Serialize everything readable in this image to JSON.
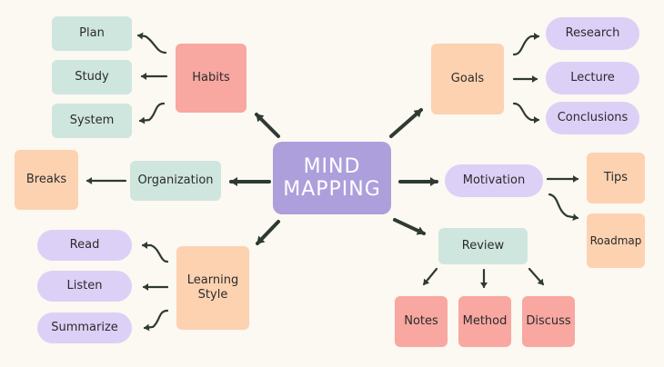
{
  "colors": {
    "background": "#fcf8f2",
    "center": "#ad9fdb",
    "habits": "#f8a7a1",
    "goals": "#fdd2b1",
    "mint": "#cfe6de",
    "peach": "#fdd2b1",
    "lavender": "#ddd0f7",
    "red": "#f8a7a1",
    "arrow": "#2e3a32"
  },
  "center": {
    "label": "MIND\nMAPPING"
  },
  "habits": {
    "label": "Habits",
    "children": [
      "Plan",
      "Study",
      "System"
    ]
  },
  "goals": {
    "label": "Goals",
    "children": [
      "Research",
      "Lecture",
      "Conclusions"
    ]
  },
  "organization": {
    "label": "Organization",
    "child": "Breaks"
  },
  "motivation": {
    "label": "Motivation",
    "children": [
      "Tips",
      "Roadmap"
    ]
  },
  "learning_style": {
    "label": "Learning\nStyle",
    "children": [
      "Read",
      "Listen",
      "Summarize"
    ]
  },
  "review": {
    "label": "Review",
    "children": [
      "Notes",
      "Method",
      "Discuss"
    ]
  }
}
